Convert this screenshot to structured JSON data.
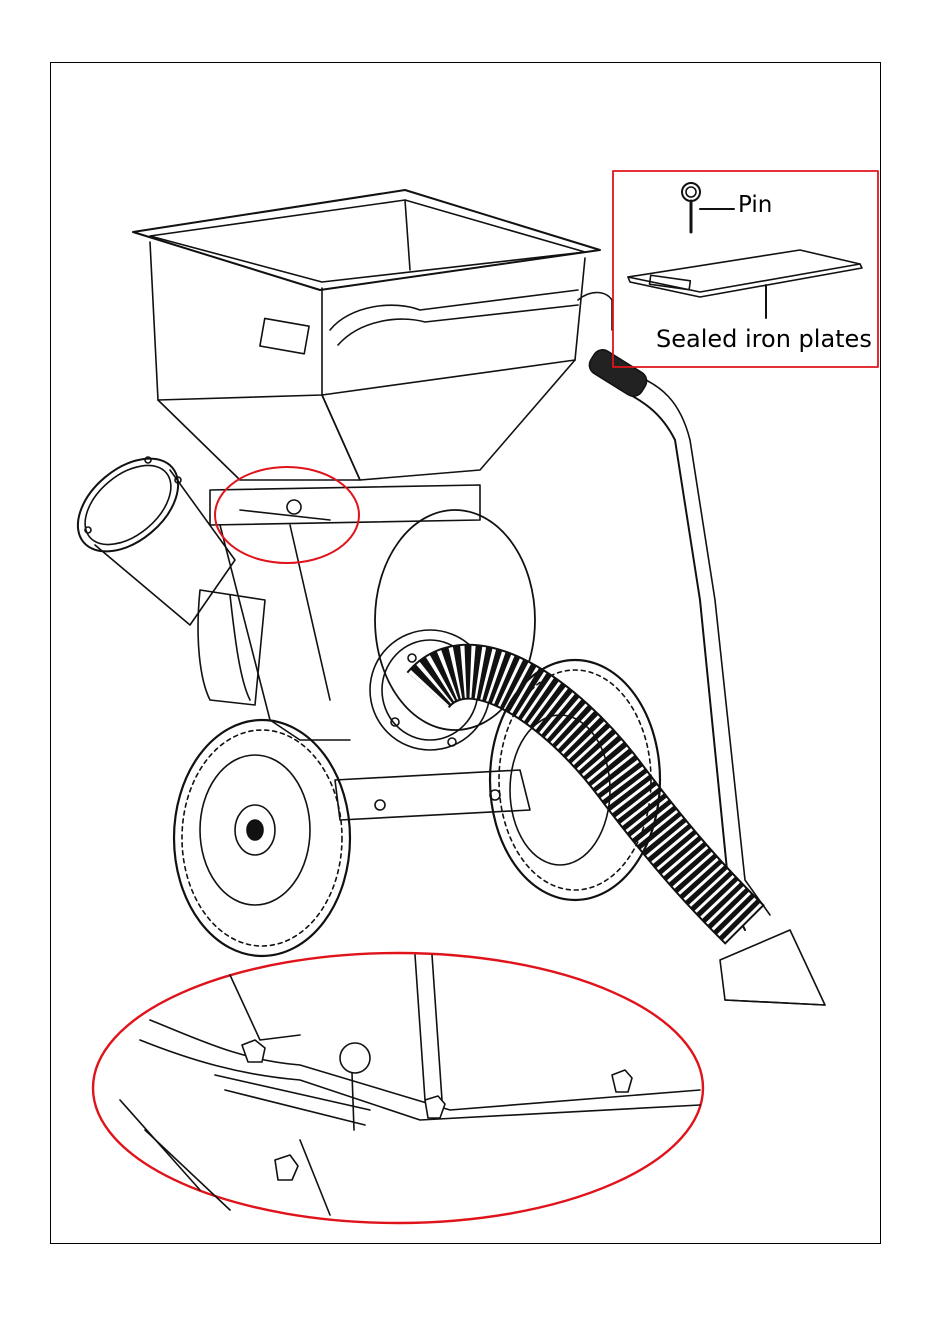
{
  "callout": {
    "pin_label": "Pin",
    "plate_label": "Sealed iron plates",
    "highlight_color": "#e0131b"
  },
  "parts": {
    "hopper": "hopper",
    "discharge_chute": "discharge-chute",
    "wheels": 2,
    "suction_hose": "suction-hose",
    "handle": "handle",
    "pin": "pin-icon",
    "plate": "sealed-iron-plate"
  }
}
